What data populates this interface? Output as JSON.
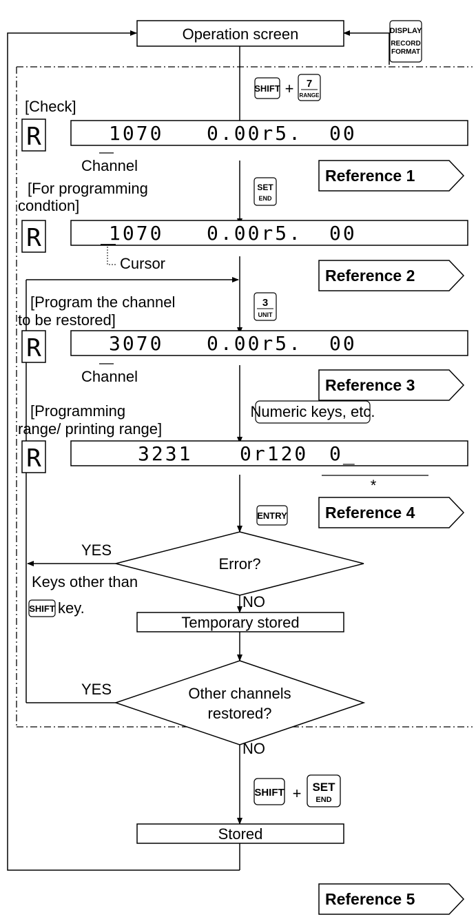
{
  "boxes": {
    "operation_screen": "Operation screen",
    "temporary_stored": "Temporary stored",
    "stored": "Stored"
  },
  "decisions": {
    "error": "Error?",
    "other_channels_line1": "Other channels",
    "other_channels_line2": "restored?"
  },
  "branch_labels": {
    "yes1": "YES",
    "yes2": "YES",
    "no1": "NO",
    "no2": "NO",
    "keys_other_than": "Keys other than",
    "shift_key_suffix": "key."
  },
  "keys": {
    "display_line1": "DISPLAY",
    "display_line2": "RECORD",
    "display_line3": "FORMAT",
    "shift": "SHIFT",
    "plus": "+",
    "seven_num": "7",
    "seven_sub": "RANGE",
    "set": "SET",
    "end": "END",
    "three_num": "3",
    "three_sub": "UNIT",
    "numeric_keys": "Numeric keys, etc.",
    "entry": "ENTRY"
  },
  "section_labels": {
    "check": "[Check]",
    "for_programming_line1": "[For programming",
    "for_programming_line2": "condtion]",
    "program_channel_line1": "[Program the channel",
    "program_channel_line2": "to be restored]",
    "programming_range_line1": "[Programming",
    "programming_range_line2": "range/ printing range]"
  },
  "annotations": {
    "channel1": "Channel",
    "cursor": "Cursor",
    "channel2": "Channel",
    "asterisk": "*"
  },
  "references": {
    "ref1": "Reference 1",
    "ref2": "Reference 2",
    "ref3": "Reference 3",
    "ref4": "Reference 4",
    "ref5": "Reference 5"
  },
  "displays": {
    "indicator": "R",
    "d1_a": "1070",
    "d1_b": "0.00r5.",
    "d1_c": "00",
    "d2_a": "1070",
    "d2_b": "0.00r5.",
    "d2_c": "00",
    "d3_a": "3070",
    "d3_b": "0.00r5.",
    "d3_c": "00",
    "d4_a": "3231",
    "d4_b": "0r120",
    "d4_c": "0_"
  }
}
